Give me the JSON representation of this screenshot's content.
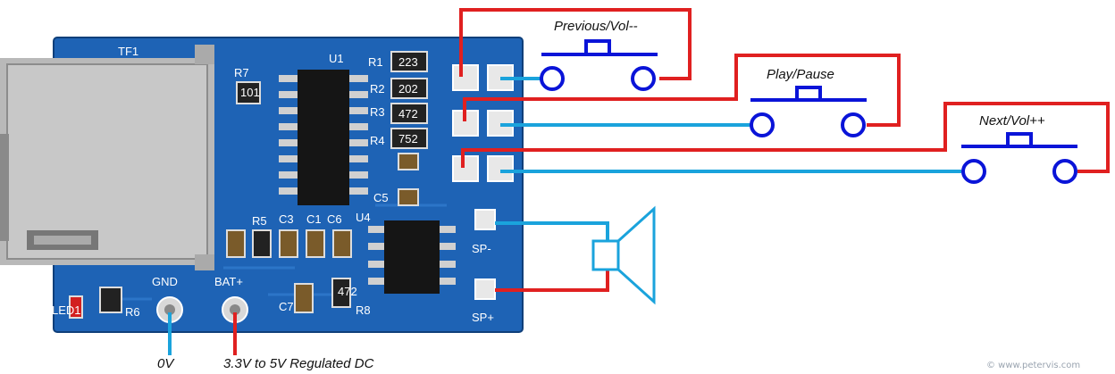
{
  "buttons": {
    "previous": "Previous/Vol--",
    "play": "Play/Pause",
    "next": "Next/Vol++"
  },
  "power": {
    "gnd": "0V",
    "supply": "3.3V to 5V Regulated DC"
  },
  "board": {
    "tf_label": "TF1",
    "u1_label": "U1",
    "u4_label": "U4",
    "r1": "R1",
    "r2": "R2",
    "r3": "R3",
    "r4": "R4",
    "r5": "R5",
    "r6": "R6",
    "r7": "R7",
    "r8": "R8",
    "c1": "C1",
    "c3": "C3",
    "c5": "C5",
    "c6": "C6",
    "c7": "C7",
    "gnd_pin": "GND",
    "bat_pin": "BAT+",
    "spk_neg": "SP-",
    "spk_pos": "SP+",
    "led": "LED1",
    "res_223": "223",
    "res_202": "202",
    "res_472": "472",
    "res_752": "752",
    "res_r7_code": "101",
    "res_r8_code": "472"
  },
  "credit": "© www.petervis.com",
  "colors": {
    "pcb": "#1e63b5",
    "wire_red": "#e02020",
    "wire_blue": "#1aa3dc",
    "switch_blue": "#0a14d8"
  }
}
